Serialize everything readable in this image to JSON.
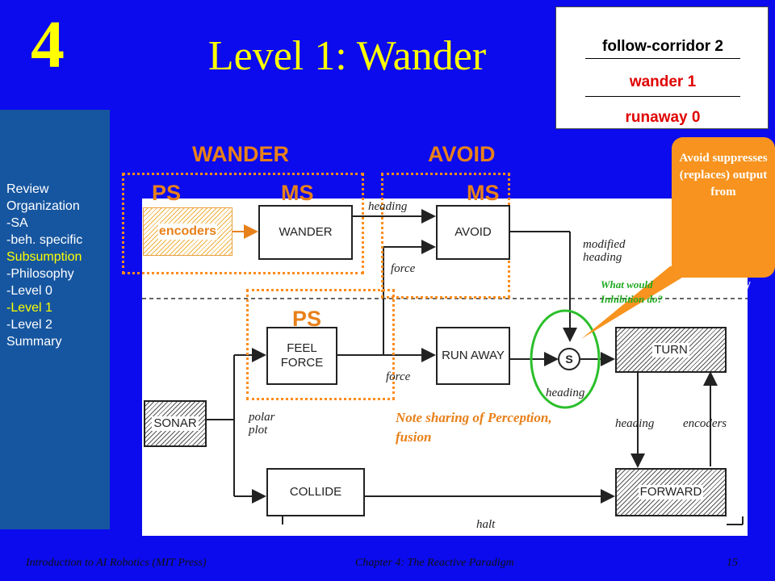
{
  "slide": {
    "number": "4",
    "title": "Level 1: Wander"
  },
  "levels": [
    {
      "label": "follow-corridor 2"
    },
    {
      "label": "wander 1"
    },
    {
      "label": "runaway  0"
    }
  ],
  "sidebar": {
    "items": [
      "Review",
      "Organization",
      "-SA",
      "-beh. specific",
      "Subsumption",
      "-Philosophy",
      "-Level 0",
      "-Level 1",
      "-Level 2",
      "Summary"
    ],
    "highlighted": [
      "Subsumption",
      "-Level 1"
    ]
  },
  "diagram": {
    "group_labels": {
      "wander": "WANDER",
      "avoid": "AVOID"
    },
    "role_labels": {
      "ps1": "PS",
      "ms1": "MS",
      "ms2": "MS",
      "ps2": "PS"
    },
    "encoders_box": "encoders",
    "boxes": {
      "wander": "WANDER",
      "avoid": "AVOID",
      "feel_force": "FEEL FORCE",
      "run_away": "RUN AWAY",
      "turn": "TURN",
      "sonar": "SONAR",
      "collide": "COLLIDE",
      "forward": "FORWARD",
      "suppressor": "S"
    },
    "edge_labels": {
      "heading_top": "heading",
      "force_top": "force",
      "modified_heading": "modified heading",
      "force_mid": "force",
      "heading_s": "heading",
      "polar_plot": "polar plot",
      "heading_bottom": "heading",
      "encoders": "encoders",
      "halt": "halt"
    },
    "note": "Note sharing of Perception, fusion",
    "question": "What would Inhibition do?",
    "edge_fragment": "y"
  },
  "callout": {
    "text": "Avoid suppresses (replaces) output from"
  },
  "footer": {
    "left": "Introduction to AI Robotics (MIT Press)",
    "center": "Chapter 4: The Reactive Paradigm",
    "page": "15"
  },
  "colors": {
    "background": "#0b0bee",
    "title": "#ffff00",
    "sidebar": "#1656a0",
    "orange": "#e8801a",
    "level_red": "#e00000",
    "green_note": "#1faa1f",
    "circle": "#2bbf2b"
  }
}
